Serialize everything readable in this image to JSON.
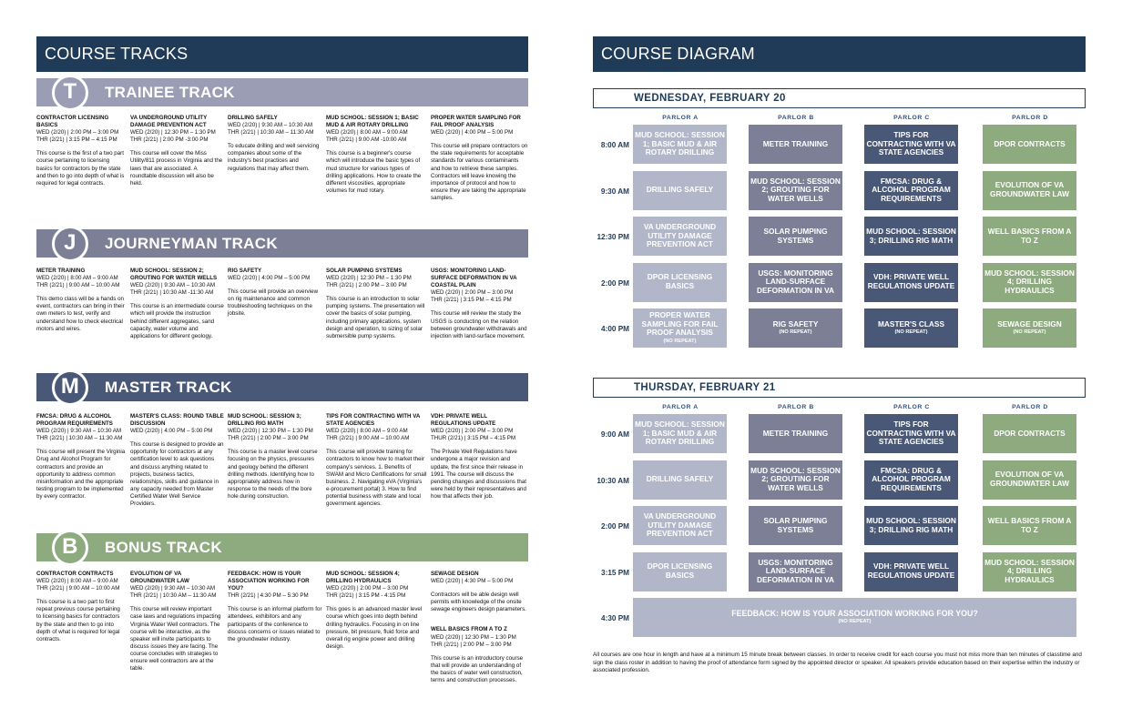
{
  "left_title": "COURSE TRACKS",
  "right_title": "COURSE DIAGRAM",
  "colors": {
    "navy": "#1f3b57",
    "trainee": "#9a9db3",
    "journeyman": "#7c7f96",
    "master": "#4a5877",
    "bonus": "#8eaa7f"
  },
  "tracks": [
    {
      "letter": "T",
      "title": "TRAINEE TRACK",
      "courses": [
        {
          "t": "CONTRACTOR LICENSING BASICS",
          "s": [
            "WED (2/20) | 2:00 PM – 3:00 PM",
            "THR (2/21) | 3:15 PM – 4:15 PM"
          ],
          "d": "This course is the first of a two part course pertaining to licensing basics for contractors by the state and then to go into depth of what is required for legal contracts."
        },
        {
          "t": "VA UNDERGROUND UTILITY DAMAGE PREVENTION ACT",
          "s": [
            "WED (2/20) | 12:30 PM – 1:30 PM",
            "THR (2/21) | 2:00 PM -3:00 PM"
          ],
          "d": "This course will cover the Miss Utility/811 process in Virginia and the laws that are associated. A roundtable discussion will also be held."
        },
        {
          "t": "DRILLING SAFELY",
          "s": [
            "WED (2/20) | 9:30 AM – 10:30 AM",
            "THR (2/21) | 10:30 AM – 11:30 AM"
          ],
          "d": "To educate drilling and well servicing companies about some of the industry's best practices and regulations that may affect them."
        },
        {
          "t": "MUD SCHOOL: SESSION 1; BASIC MUD & AIR ROTARY DRILLING",
          "s": [
            "WED (2/20) | 8:00 AM – 9:00 AM",
            "THR (2/21) | 9:00 AM -10:00 AM"
          ],
          "d": "This course is a beginner's course which will introduce the basic types of mud structure for various types of drilling applications. How to create the different viscosities, appropriate volumes for mud rotary."
        },
        {
          "t": "PROPER WATER SAMPLING FOR FAIL PROOF ANALYSIS",
          "s": [
            "WED (2/20) | 4:00 PM – 5:00 PM"
          ],
          "d": "This course will prepare contractors on the state requirements for acceptable standards for various contaminants and how to retrieve these samples. Contractors will leave knowing the importance of protocol and how to ensure they are taking the appropriate samples."
        }
      ]
    },
    {
      "letter": "J",
      "title": "JOURNEYMAN TRACK",
      "courses": [
        {
          "t": "METER TRAINING",
          "s": [
            "WED (2/20) | 8:00 AM – 9:00 AM",
            "THR (2/21) | 9:00 AM – 10:00 AM"
          ],
          "d": "This demo class will be a hands on event, contractors can bring in their own meters to test, verify and understand how to check electrical motors and wires."
        },
        {
          "t": "MUD SCHOOL: SESSION 2; GROUTING FOR WATER WELLS",
          "s": [
            "WED (2/20) | 9:30 AM – 10:30 AM",
            "THR (2/21) | 10:30 AM -11:30 AM"
          ],
          "d": "This course is an intermediate course which will provide the instruction behind different aggregates, sand capacity, water volume and applications for different geology."
        },
        {
          "t": "RIG SAFETY",
          "s": [
            "WED (2/20) | 4:00 PM – 5:00 PM"
          ],
          "d": "This course will provide an overview on rig maintenance and common troubleshooting techniques on the jobsite."
        },
        {
          "t": "SOLAR PUMPING SYSTEMS",
          "s": [
            "WED (2/20) | 12:30 PM – 1:30 PM",
            "THR (2/21) | 2:00 PM – 3:00 PM"
          ],
          "d": "This course is an introduction to solar pumping systems. The presentation will cover the basics of solar pumping, including primary applications, system design and operation, to sizing of solar submersible pump systems."
        },
        {
          "t": "USGS: MONITORING LAND-SURFACE DEFORMATION IN VA COASTAL PLAIN",
          "s": [
            "WED (2/20) | 2:00 PM – 3:00 PM",
            "THR (2/21) | 3:15 PM – 4:15 PM"
          ],
          "d": "This course will review the study the USGS is conducting on the relation between groundwater withdrawals and injection with land-surface movement."
        }
      ]
    },
    {
      "letter": "M",
      "title": "MASTER TRACK",
      "courses": [
        {
          "t": "FMCSA: DRUG & ALCOHOL PROGRAM REQUIREMENTS",
          "s": [
            "WED (2/20) | 9:30 AM – 10:30 AM",
            "THR (2/21) | 10:30 AM – 11:30 AM"
          ],
          "d": "This course will present the Virginia Drug and Alcohol Program for contractors and provide an opportunity to address common misinformation and the appropriate testing program to be implemented by every contractor."
        },
        {
          "t": "MASTER'S CLASS: ROUND TABLE DISCUSSION",
          "s": [
            "WED (2/20) | 4:00 PM – 5:00 PM"
          ],
          "d": "This course is designed to provide an opportunity for contractors at any certification level to ask questions and discuss anything related to projects, business tactics, relationships, skills and guidance in any capacity needed from Master Certified Water Well Service Providers."
        },
        {
          "t": "MUD SCHOOL: SESSION 3; DRILLING RIG MATH",
          "s": [
            "WED (2/20) | 12:30 PM – 1:30 PM",
            "THR (2/21) | 2:00 PM – 3:00 PM"
          ],
          "d": "This course is a master level course focusing on the physics, pressures and geology behind the different drilling methods. Identifying how to appropriately address how in response to the needs of the bore hole during construction."
        },
        {
          "t": "TIPS FOR CONTRACTING WITH VA STATE AGENCIES",
          "s": [
            "WED (2/20) | 8:00 AM – 9:00 AM",
            "THR (2/21) | 9:00 AM – 10:00 AM"
          ],
          "d": "This course will provide training for contractors to know how to market their company's services. 1. Benefits of SWAM and Micro Certifications for small business. 2. Navigating eVA (Virginia's e-procurement portal) 3. How to find potential business with state and local government agencies."
        },
        {
          "t": "VDH: PRIVATE WELL REGULATIONS UPDATE",
          "s": [
            "WED (2/20) | 2:00 PM – 3:00 PM",
            "THUR (2/21) | 3:15 PM – 4:15 PM"
          ],
          "d": "The Private Well Regulations have undergone a major revision and update, the first since their release in 1991. The course will discuss the pending changes and discussions that were held by their representatives and how that affects their job."
        }
      ]
    },
    {
      "letter": "B",
      "title": "BONUS TRACK",
      "courses": [
        {
          "t": "CONTRACTOR CONTRACTS",
          "s": [
            "WED (2/20) | 8:00 AM – 9:00 AM",
            "THR (2/21) | 9:00 AM – 10:00 AM"
          ],
          "d": "This course is a two part to first repeat previous course pertaining to licensing basics for contractors by the state and then to go into depth of what is required for legal contracts."
        },
        {
          "t": "EVOLUTION OF VA GROUNDWATER LAW",
          "s": [
            "WED (2/20) | 9:30 AM – 10:30 AM",
            "THR (2/21) | 10:30 AM – 11:30 AM"
          ],
          "d": "This course will review important case laws and regulations impacting Virginia Water Well contractors. The course will be interactive, as the speaker will invite participants to discuss issues they are facing. The course concludes with strategies to ensure well contractors are at the table."
        },
        {
          "t": "FEEDBACK: HOW IS YOUR ASSOCIATION WORKING FOR YOU?",
          "s": [
            "THR (2/21) | 4:30 PM – 5:30 PM"
          ],
          "d": "This course is an informal platform for attendees, exhibitors and any participants of the conference to discuss concerns or issues related to the groundwater industry."
        },
        {
          "t": "MUD SCHOOL: SESSION 4; DRILLING HYDRAULICS",
          "s": [
            "WED (2/20) | 2:00 PM – 3:00 PM",
            "THR (2/21) | 3:15 PM - 4:15 PM"
          ],
          "d": "This goes is an advanced master level course which goes into depth behind drilling hydraulics. Focusing in on line pressure, bit pressure, fluid force and overall rig engine power and drilling design."
        },
        {
          "t": "SEWAGE DESIGN",
          "s": [
            "WED (2/20) | 4:30 PM – 5:00 PM"
          ],
          "d": "Contractors will be able design well permits with knowledge of the onsite sewage engineers design parameters.",
          "t2": "WELL BASICS FROM A TO Z",
          "s2": [
            "WED (2/20) | 12:30 PM – 1:30 PM",
            "THR (2/21) | 2:00 PM – 3:00 PM"
          ],
          "d2": "This course is an introductory course that will provide an understanding of the basics of water well construction, terms and construction processes."
        }
      ]
    }
  ],
  "parlors": [
    "PARLOR A",
    "PARLOR B",
    "PARLOR C",
    "PARLOR D"
  ],
  "days": [
    {
      "title": "WEDNESDAY, FEBRUARY 20",
      "times": [
        "8:00 AM",
        "9:30 AM",
        "12:30 PM",
        "2:00 PM",
        "4:00 PM"
      ],
      "rows": [
        [
          "MUD SCHOOL: SESSION 1; BASIC MUD & AIR ROTARY DRILLING",
          "METER TRAINING",
          "TIPS FOR CONTRACTING WITH VA STATE AGENCIES",
          "DPOR CONTRACTS"
        ],
        [
          "DRILLING SAFELY",
          "MUD SCHOOL: SESSION 2; GROUTING FOR WATER WELLS",
          "FMCSA: DRUG & ALCOHOL PROGRAM REQUIREMENTS",
          "EVOLUTION OF VA GROUNDWATER LAW"
        ],
        [
          "VA UNDERGROUND UTILITY DAMAGE PREVENTION ACT",
          "SOLAR PUMPING SYSTEMS",
          "MUD SCHOOL: SESSION 3; DRILLING RIG MATH",
          "WELL BASICS FROM A TO Z"
        ],
        [
          "DPOR LICENSING BASICS",
          "USGS: MONITORING LAND-SURFACE DEFORMATION IN VA",
          "VDH: PRIVATE WELL REGULATIONS UPDATE",
          "MUD SCHOOL: SESSION 4; DRILLING HYDRAULICS"
        ],
        [
          "PROPER WATER SAMPLING FOR FAIL PROOF ANALYSIS",
          "RIG SAFETY",
          "MASTER'S CLASS",
          "SEWAGE DESIGN"
        ]
      ]
    },
    {
      "title": "THURSDAY, FEBRUARY 21",
      "times": [
        "9:00 AM",
        "10:30 AM",
        "2:00 PM",
        "3:15 PM",
        "4:30 PM"
      ],
      "rows": [
        [
          "MUD SCHOOL: SESSION 1; BASIC MUD & AIR ROTARY DRILLING",
          "METER TRAINING",
          "TIPS FOR CONTRACTING WITH VA STATE AGENCIES",
          "DPOR CONTRACTS"
        ],
        [
          "DRILLING SAFELY",
          "MUD SCHOOL: SESSION 2; GROUTING FOR WATER WELLS",
          "FMCSA: DRUG & ALCOHOL PROGRAM REQUIREMENTS",
          "EVOLUTION OF VA GROUNDWATER LAW"
        ],
        [
          "VA UNDERGROUND UTILITY DAMAGE PREVENTION ACT",
          "SOLAR PUMPING SYSTEMS",
          "MUD SCHOOL: SESSION 3; DRILLING RIG MATH",
          "WELL BASICS FROM A TO Z"
        ],
        [
          "DPOR LICENSING BASICS",
          "USGS: MONITORING LAND-SURFACE DEFORMATION IN VA",
          "VDH: PRIVATE WELL REGULATIONS UPDATE",
          "MUD SCHOOL: SESSION 4; DRILLING HYDRAULICS"
        ]
      ],
      "full": "FEEDBACK: HOW IS YOUR ASSOCIATION WORKING FOR YOU?"
    }
  ],
  "no_repeat": "(NO REPEAT)",
  "footnote": "All courses are one hour in length and have at a minimum 15 minute break between classes.  In order to receive credit for each course you must not miss more than ten minutes of classtime and sign the class roster in addition to having the proof of attendance form signed by the appointed director or speaker.  All speakers provide education based on their expertise within the industry or associated profession."
}
